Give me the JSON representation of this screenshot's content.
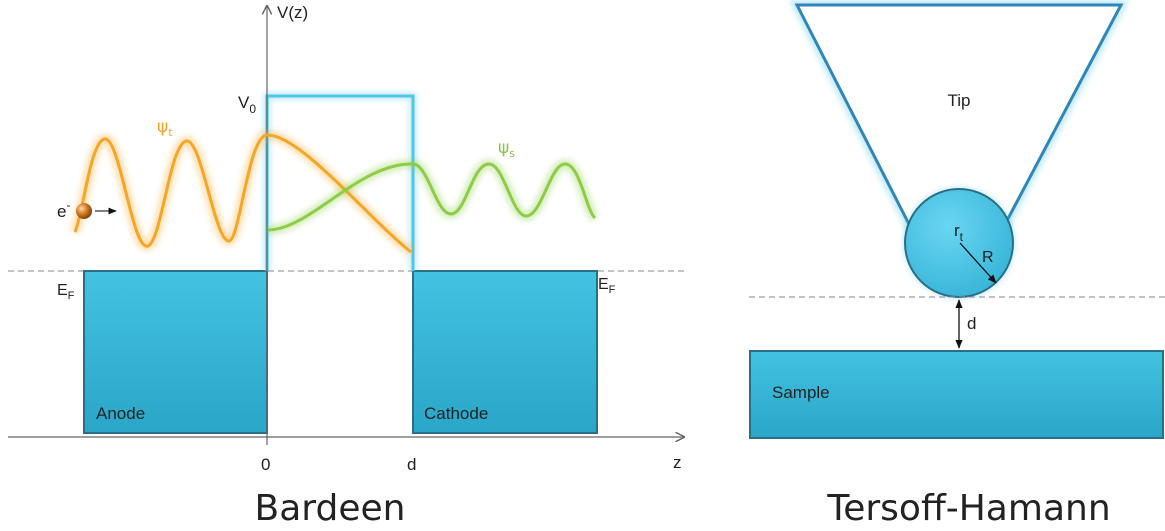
{
  "bardeen": {
    "title": "Bardeen",
    "axis_y_label": "V(z)",
    "axis_x_label": "z",
    "tick_zero": "0",
    "tick_d": "d",
    "barrier_label_base": "V",
    "barrier_label_sub": "0",
    "fermi_left_base": "E",
    "fermi_left_sub": "F",
    "fermi_right_base": "E",
    "fermi_right_sub": "F",
    "electron_base": "e",
    "electron_sup": "-",
    "psi_t_base": "ψ",
    "psi_t_sub": "t",
    "psi_s_base": "ψ",
    "psi_s_sub": "s",
    "anode_label": "Anode",
    "cathode_label": "Cathode"
  },
  "tersoff": {
    "title": "Tersoff-Hamann",
    "tip_label": "Tip",
    "center_base": "r",
    "center_sub": "t",
    "radius_label": "R",
    "gap_label": "d",
    "sample_label": "Sample"
  },
  "colors": {
    "electrode_fill": "#3bb8d8",
    "electrode_stroke": "#2b6f86",
    "barrier": "#4fc6ea",
    "psi_t": "#f6a524",
    "psi_s": "#8ccd45",
    "electron": "#c8701e"
  }
}
